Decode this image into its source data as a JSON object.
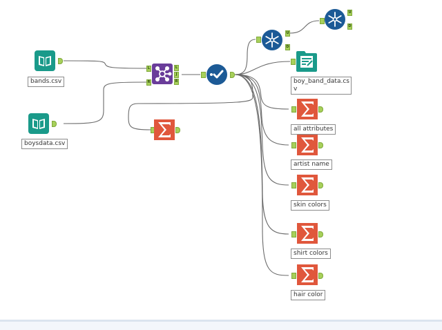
{
  "workflow": {
    "tools": [
      {
        "id": "input-bands",
        "type": "input-data",
        "icon": "book-icon",
        "label": "bands.csv"
      },
      {
        "id": "input-boysdata",
        "type": "input-data",
        "icon": "book-icon",
        "label": "boysdata.csv"
      },
      {
        "id": "join",
        "type": "join",
        "icon": "join-icon",
        "inputs": [
          "L",
          "R"
        ],
        "outputs": [
          "L",
          "J",
          "R"
        ]
      },
      {
        "id": "select",
        "type": "select",
        "icon": "checkmark-icon"
      },
      {
        "id": "unique-1",
        "type": "unique",
        "icon": "snowflake-icon",
        "outputs": [
          "U",
          "D"
        ]
      },
      {
        "id": "unique-2",
        "type": "unique",
        "icon": "snowflake-icon",
        "outputs": [
          "U",
          "D"
        ]
      },
      {
        "id": "output",
        "type": "output-data",
        "icon": "output-icon",
        "label": "boy_band_data.cs\nv"
      },
      {
        "id": "summarize-0",
        "type": "summarize",
        "icon": "sigma-icon"
      },
      {
        "id": "summarize-1",
        "type": "summarize",
        "icon": "sigma-icon",
        "label": "all attributes"
      },
      {
        "id": "summarize-2",
        "type": "summarize",
        "icon": "sigma-icon",
        "label": "artist name"
      },
      {
        "id": "summarize-3",
        "type": "summarize",
        "icon": "sigma-icon",
        "label": "skin colors"
      },
      {
        "id": "summarize-4",
        "type": "summarize",
        "icon": "sigma-icon",
        "label": "shirt colors"
      },
      {
        "id": "summarize-5",
        "type": "summarize",
        "icon": "sigma-icon",
        "label": "hair color"
      }
    ],
    "colors": {
      "input": "#1a9a8a",
      "join": "#6a3d9a",
      "select": "#1c5a96",
      "summarize": "#e0573c",
      "anchor": "#a7d05a",
      "wire": "#666666"
    }
  }
}
